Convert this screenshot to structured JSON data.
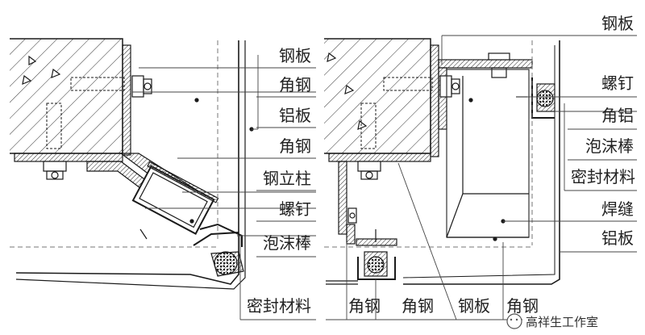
{
  "left_diagram": {
    "right_labels": [
      "钢板",
      "角钢",
      "铝板",
      "角钢",
      "钢立柱",
      "螺钉",
      "泡沫棒"
    ],
    "bottom_label": "密封材料"
  },
  "right_diagram": {
    "right_labels": [
      "钢板",
      "螺钉",
      "角铝",
      "泡沫棒",
      "密封材料",
      "焊缝",
      "铝板"
    ],
    "bottom_labels": [
      "角钢",
      "角钢",
      "钢板",
      "角钢"
    ]
  },
  "watermark": {
    "text": "高祥生工作室",
    "icon": "wechat-icon"
  },
  "colors": {
    "line": "#1a1a1a",
    "concrete": "#ffffff",
    "dashed": "#777777"
  }
}
